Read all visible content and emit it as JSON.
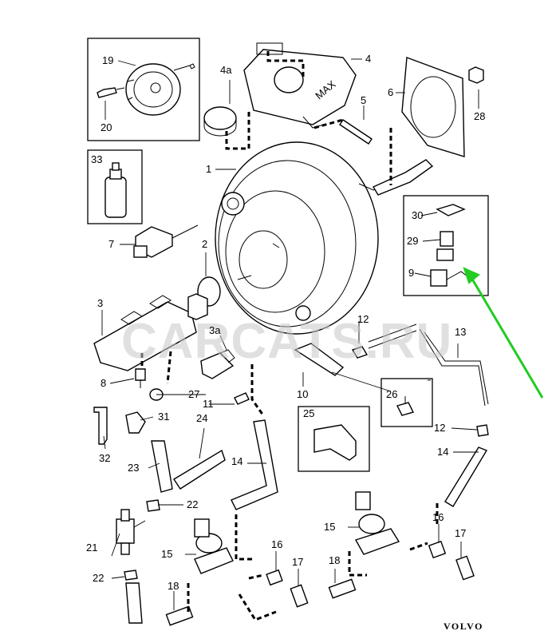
{
  "labels": {
    "p1": "1",
    "p2": "2",
    "p3": "3",
    "p3a": "3a",
    "p4": "4",
    "p4a": "4a",
    "p5": "5",
    "p6": "6",
    "p7": "7",
    "p8": "8",
    "p9": "9",
    "p10": "10",
    "p11": "11",
    "p12a": "12",
    "p12b": "12",
    "p13": "13",
    "p14a": "14",
    "p14b": "14",
    "p15a": "15",
    "p15b": "15",
    "p16a": "16",
    "p16b": "16",
    "p17a": "17",
    "p17b": "17",
    "p18a": "18",
    "p18b": "18",
    "p19": "19",
    "p20": "20",
    "p21": "21",
    "p22a": "22",
    "p22b": "22",
    "p23": "23",
    "p24": "24",
    "p25": "25",
    "p26": "26",
    "p27": "27",
    "p28": "28",
    "p29": "29",
    "p30": "30",
    "p31": "31",
    "p32": "32",
    "p33": "33"
  },
  "watermark": "CARCATS.RU",
  "brand": "VOLVO",
  "max_mark": "MAX",
  "colors": {
    "arrow": "#22cc22",
    "watermark": "#c8c8c8"
  }
}
